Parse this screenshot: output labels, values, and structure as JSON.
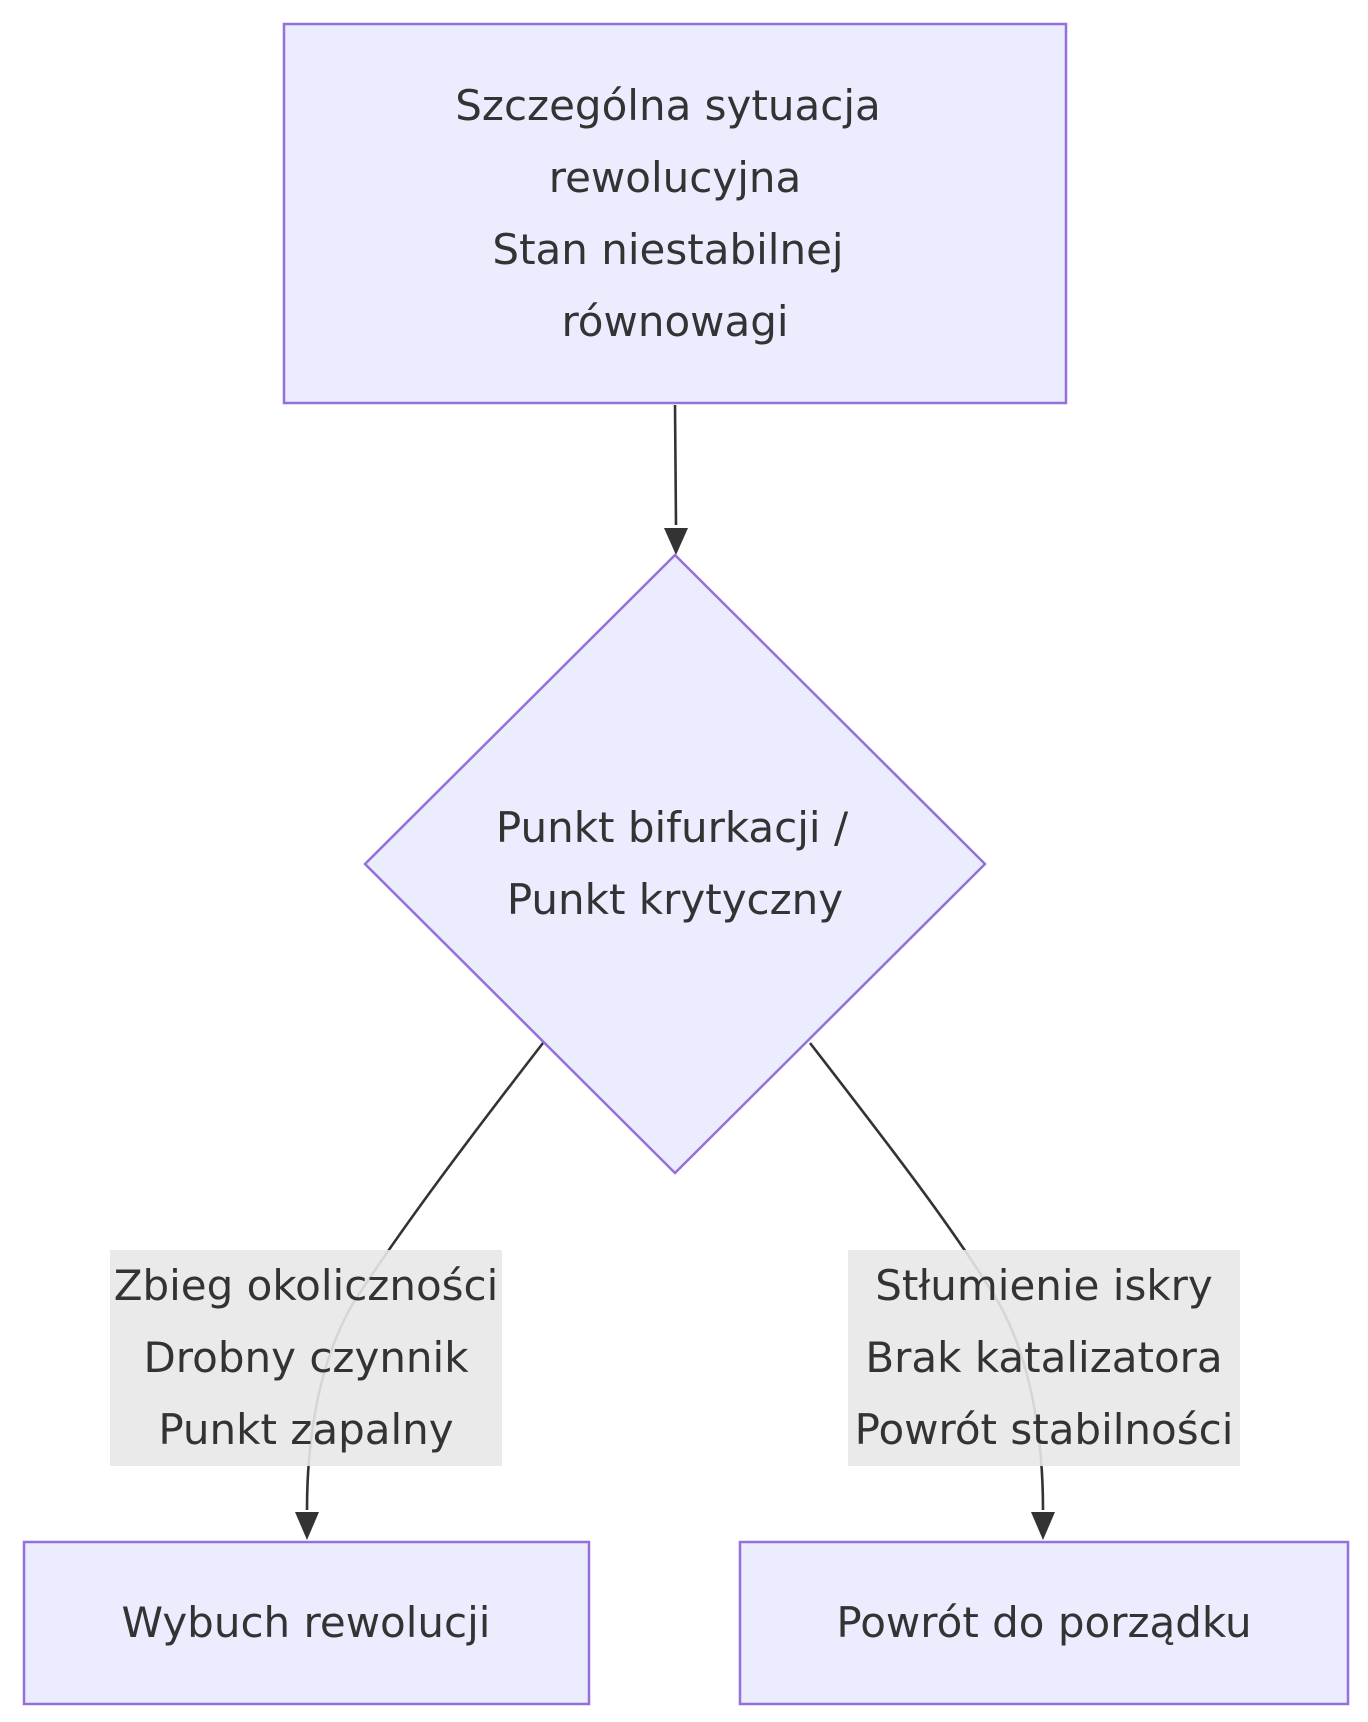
{
  "nodes": {
    "start": {
      "lines": [
        "Szczególna sytuacja",
        "rewolucyjna",
        "Stan niestabilnej",
        "równowagi"
      ]
    },
    "decision": {
      "lines": [
        "Punkt bifurkacji /",
        "Punkt krytyczny"
      ]
    },
    "revolution": {
      "lines": [
        "Wybuch rewolucji"
      ]
    },
    "order": {
      "lines": [
        "Powrót do porządku"
      ]
    }
  },
  "edges": {
    "left": {
      "lines": [
        "Zbieg okoliczności",
        "Drobny czynnik",
        "Punkt zapalny"
      ]
    },
    "right": {
      "lines": [
        "Stłumienie iskry",
        "Brak katalizatora",
        "Powrót stabilności"
      ]
    }
  },
  "colors": {
    "node_fill": "#ececff",
    "node_stroke": "#9370db",
    "edge": "#333333",
    "label_bg": "#e8e8e8"
  }
}
